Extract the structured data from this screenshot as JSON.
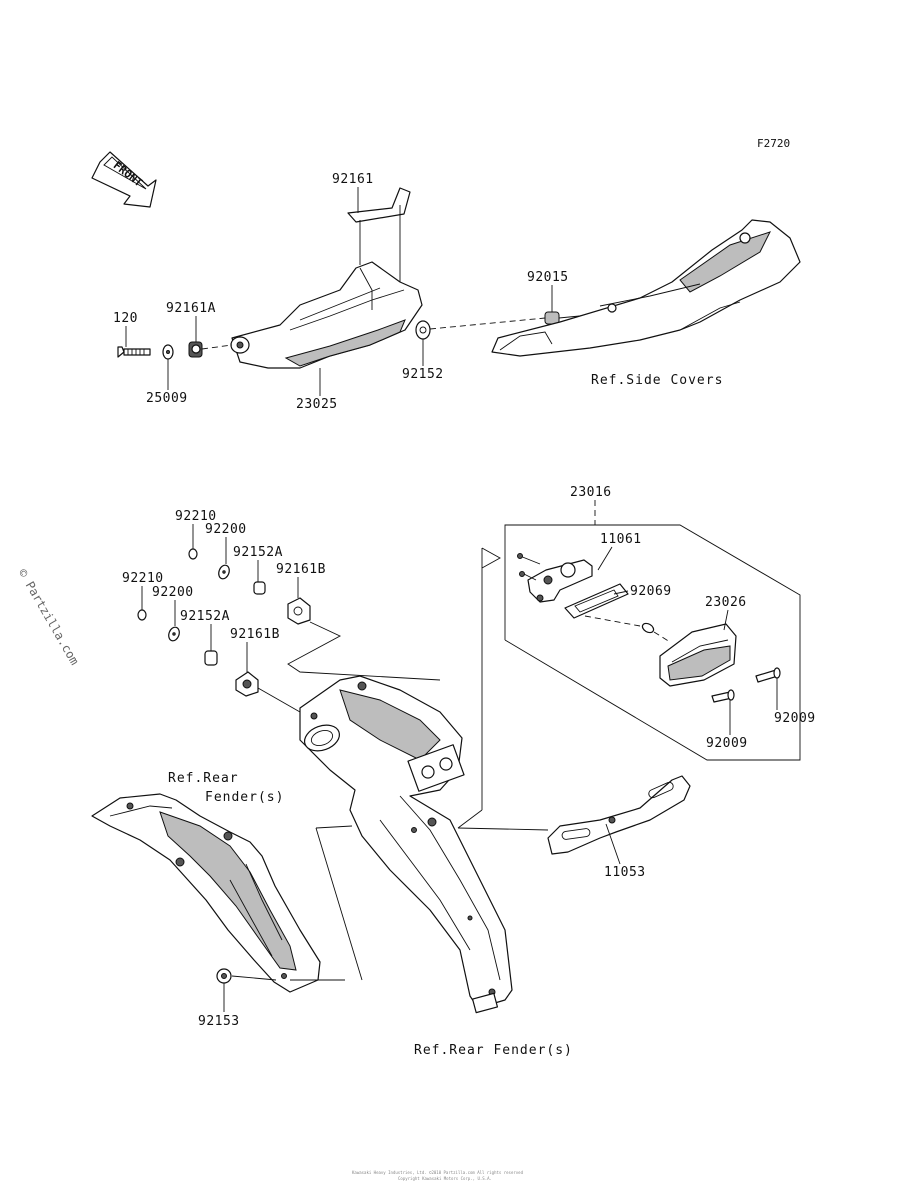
{
  "figure_code": "F2720",
  "front_label": "FRONT",
  "watermark": "© Partzilla.com",
  "footer_line1": "Kawasaki Heavy Industries, Ltd.  ©2010  Partzilla.com  All rights reserved",
  "footer_line2": "Copyright Kawasaki Motors Corp., U.S.A.",
  "part_labels": {
    "p92161": "92161",
    "p92161A": "92161A",
    "p120": "120",
    "p25009": "25009",
    "p23025": "23025",
    "p92152": "92152",
    "p92015": "92015",
    "p23016": "23016",
    "p11061": "11061",
    "p92069": "92069",
    "p23026": "23026",
    "p92009a": "92009",
    "p92009b": "92009",
    "p11053": "11053",
    "p92210a": "92210",
    "p92200a": "92200",
    "p92152Aa": "92152A",
    "p92161Ba": "92161B",
    "p92210b": "92210",
    "p92200b": "92200",
    "p92152Ab": "92152A",
    "p92161Bb": "92161B",
    "p92153": "92153"
  },
  "references": {
    "side_covers": "Ref.Side Covers",
    "rear_fender_1": "Ref.Rear",
    "rear_fender_2": "Fender(s)",
    "rear_fender_bottom": "Ref.Rear Fender(s)"
  }
}
